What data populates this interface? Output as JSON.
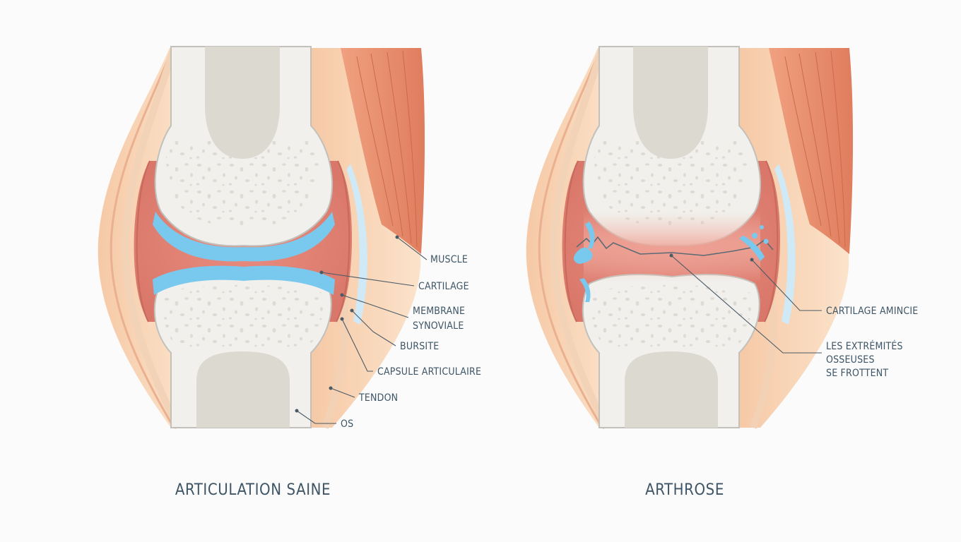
{
  "panels": {
    "healthy": {
      "title": "ARTICULATION SAINE",
      "labels": {
        "muscle": "MUSCLE",
        "cartilage": "CARTILAGE",
        "membrane_line1": "MEMBRANE",
        "membrane_line2": "SYNOVIALE",
        "bursite": "BURSITE",
        "capsule": "CAPSULE ARTICULAIRE",
        "tendon": "TENDON",
        "os": "OS"
      }
    },
    "arthrose": {
      "title": "ARTHROSE",
      "labels": {
        "cartilage_amincie": "CARTILAGE AMINCIE",
        "extremites_line1": "LES EXTRÉMITÉS",
        "extremites_line2": "OSSEUSES",
        "extremites_line3": "SE FROTTENT"
      }
    }
  },
  "colors": {
    "text": "#3d5566",
    "muscle": "#e58f70",
    "bone": "#f2f1ed",
    "marrow": "#dcd9d1",
    "cartilage": "#79c9ef",
    "synovial": "#e3867a"
  }
}
